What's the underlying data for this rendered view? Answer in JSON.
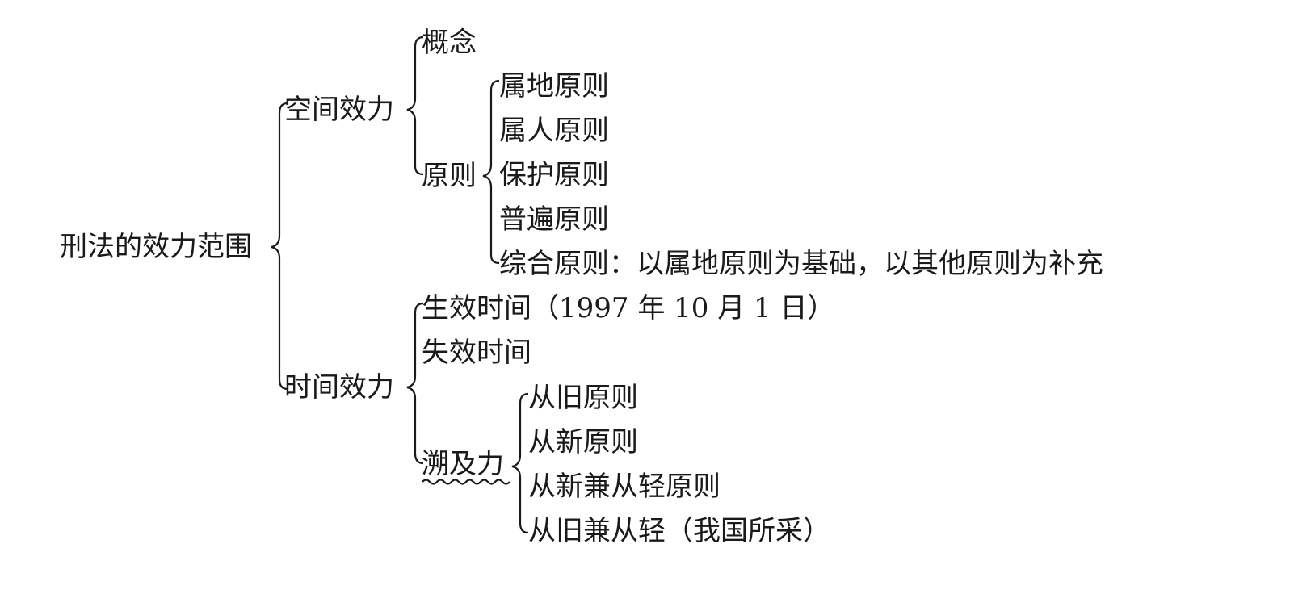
{
  "root": {
    "label": "刑法的效力范围"
  },
  "space": {
    "label": "空间效力",
    "concept": "概念",
    "principles": {
      "label": "原则",
      "items": [
        "属地原则",
        "属人原则",
        "保护原则",
        "普遍原则",
        "综合原则：以属地原则为基础，以其他原则为补充"
      ]
    }
  },
  "time": {
    "label": "时间效力",
    "effective": "生效时间（1997 年 10 月 1 日）",
    "expiry": "失效时间",
    "retro": {
      "label": "溯及力",
      "items": [
        "从旧原则",
        "从新原则",
        "从新兼从轻原则",
        "从旧兼从轻（我国所采）"
      ]
    }
  }
}
